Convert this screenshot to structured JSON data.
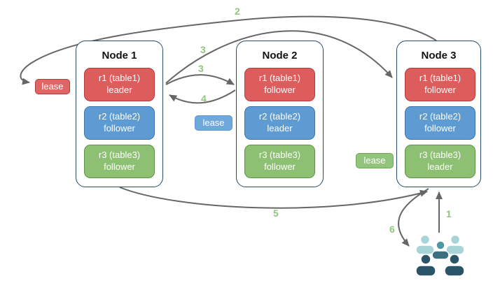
{
  "nodes": [
    {
      "title": "Node 1",
      "replicas": [
        {
          "label": "r1 (table1)",
          "role": "leader",
          "color_key": "red"
        },
        {
          "label": "r2 (table2)",
          "role": "follower",
          "color_key": "blue"
        },
        {
          "label": "r3 (table3)",
          "role": "follower",
          "color_key": "green"
        }
      ]
    },
    {
      "title": "Node 2",
      "replicas": [
        {
          "label": "r1 (table1)",
          "role": "follower",
          "color_key": "red"
        },
        {
          "label": "r2 (table2)",
          "role": "leader",
          "color_key": "blue"
        },
        {
          "label": "r3 (table3)",
          "role": "follower",
          "color_key": "green"
        }
      ]
    },
    {
      "title": "Node 3",
      "replicas": [
        {
          "label": "r1 (table1)",
          "role": "follower",
          "color_key": "red"
        },
        {
          "label": "r2 (table2)",
          "role": "follower",
          "color_key": "blue"
        },
        {
          "label": "r3 (table3)",
          "role": "leader",
          "color_key": "green"
        }
      ]
    }
  ],
  "leases": [
    {
      "label": "lease",
      "color_key": "red"
    },
    {
      "label": "lease",
      "color_key": "blue"
    },
    {
      "label": "lease",
      "color_key": "green"
    }
  ],
  "steps": [
    {
      "num": "2"
    },
    {
      "num": "3"
    },
    {
      "num": "3"
    },
    {
      "num": "4"
    },
    {
      "num": "5"
    },
    {
      "num": "1"
    },
    {
      "num": "6"
    }
  ],
  "icons": {
    "people": "users-group-icon"
  },
  "colors": {
    "replica_red_fill": "#dd5c5c",
    "replica_red_border": "#b23b38",
    "replica_blue_fill": "#5f9bd3",
    "replica_blue_border": "#3e74ad",
    "replica_green_fill": "#8dc073",
    "replica_green_border": "#5d9441",
    "lease_red_fill": "#e06666",
    "lease_blue_fill": "#6fa8dc",
    "lease_green_fill": "#93c47d",
    "node_border": "#274b6d",
    "arrow": "#666666",
    "step_label": "#93c47d",
    "people_light_teal": "#a8d4d7",
    "people_medium_teal": "#4f96a3",
    "people_slate": "#3e6f80",
    "people_dark_navy": "#2b5468"
  }
}
